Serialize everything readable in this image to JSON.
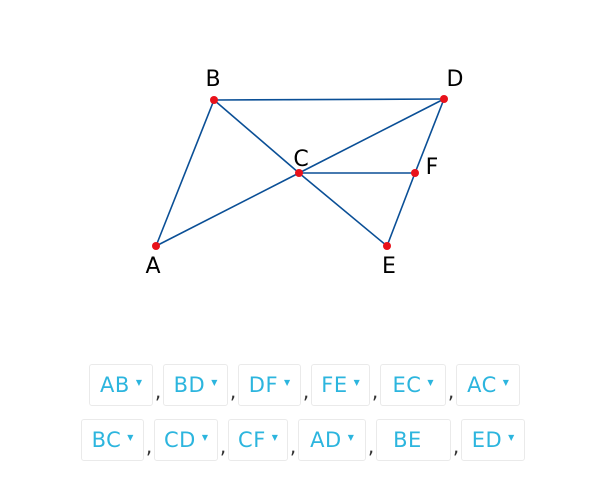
{
  "figure": {
    "points": [
      {
        "id": "A",
        "label": "A"
      },
      {
        "id": "B",
        "label": "B"
      },
      {
        "id": "C",
        "label": "C"
      },
      {
        "id": "D",
        "label": "D"
      },
      {
        "id": "E",
        "label": "E"
      },
      {
        "id": "F",
        "label": "F"
      }
    ],
    "line_color": "#0a4f96",
    "point_color": "#e8121b"
  },
  "answer_rows": [
    {
      "items": [
        {
          "label": "AB",
          "has_arrow": true
        },
        {
          "label": "BD",
          "has_arrow": true
        },
        {
          "label": "DF",
          "has_arrow": true
        },
        {
          "label": "FE",
          "has_arrow": true
        },
        {
          "label": "EC",
          "has_arrow": true
        },
        {
          "label": "AC",
          "has_arrow": true
        }
      ]
    },
    {
      "items": [
        {
          "label": "BC",
          "has_arrow": true
        },
        {
          "label": "CD",
          "has_arrow": true
        },
        {
          "label": "CF",
          "has_arrow": true
        },
        {
          "label": "AD",
          "has_arrow": true
        },
        {
          "label": "BE",
          "has_arrow": false
        },
        {
          "label": "ED",
          "has_arrow": true
        }
      ]
    }
  ],
  "separator": ",",
  "arrow_glyph": "▼",
  "accent_color": "#2cb5de"
}
